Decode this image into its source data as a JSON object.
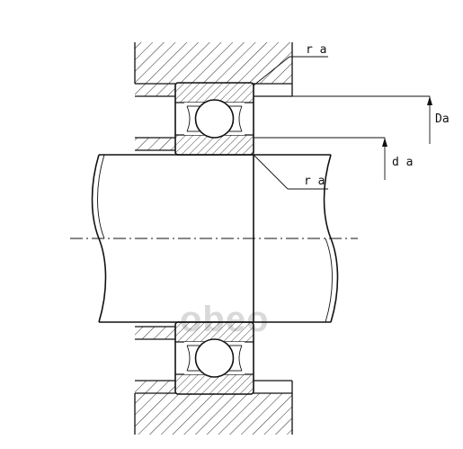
{
  "labels": {
    "ra_top": "r a",
    "ra_mid": "r a",
    "Da": "Da",
    "da": "d a"
  },
  "watermark": "obeo",
  "colors": {
    "line": "#111111",
    "watermark": "#d9d9d9",
    "background": "#ffffff"
  }
}
